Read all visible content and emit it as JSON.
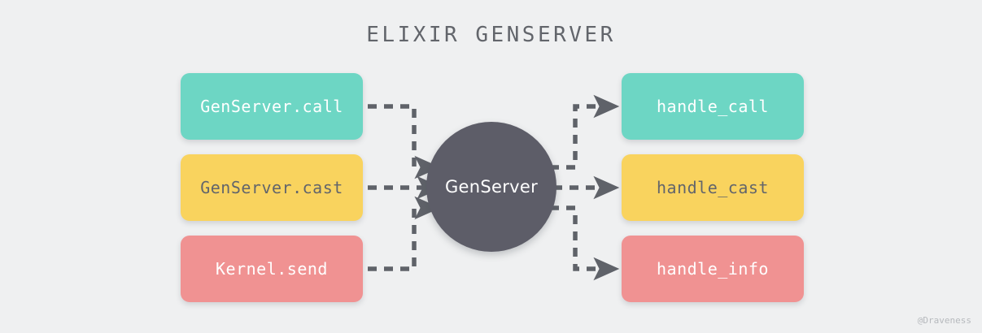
{
  "title": "ELIXIR GENSERVER",
  "watermark": "@Draveness",
  "colors": {
    "background": "#eff0f1",
    "teal": "#6dd6c4",
    "yellow": "#f9d35e",
    "pink": "#f09292",
    "hub": "#5d5d68",
    "arrow": "#5f6269",
    "title_text": "#62656b",
    "light_text": "#ffffff",
    "dark_text": "#62656b",
    "watermark_text": "#b6b9bd"
  },
  "hub": {
    "label": "GenServer"
  },
  "callers": [
    {
      "label": "GenServer.call",
      "color": "#6dd6c4",
      "text_color": "#ffffff"
    },
    {
      "label": "GenServer.cast",
      "color": "#f9d35e",
      "text_color": "#62656b"
    },
    {
      "label": "Kernel.send",
      "color": "#f09292",
      "text_color": "#ffffff"
    }
  ],
  "handlers": [
    {
      "label": "handle_call",
      "color": "#6dd6c4",
      "text_color": "#ffffff"
    },
    {
      "label": "handle_cast",
      "color": "#f9d35e",
      "text_color": "#62656b"
    },
    {
      "label": "handle_info",
      "color": "#f09292",
      "text_color": "#ffffff"
    }
  ],
  "edges": [
    {
      "from": "GenServer.call",
      "to": "GenServer",
      "style": "dashed",
      "direction": "right"
    },
    {
      "from": "GenServer.cast",
      "to": "GenServer",
      "style": "dashed",
      "direction": "right"
    },
    {
      "from": "Kernel.send",
      "to": "GenServer",
      "style": "dashed",
      "direction": "right"
    },
    {
      "from": "GenServer",
      "to": "handle_call",
      "style": "dashed",
      "direction": "right"
    },
    {
      "from": "GenServer",
      "to": "handle_cast",
      "style": "dashed",
      "direction": "right"
    },
    {
      "from": "GenServer",
      "to": "handle_info",
      "style": "dashed",
      "direction": "right"
    }
  ]
}
